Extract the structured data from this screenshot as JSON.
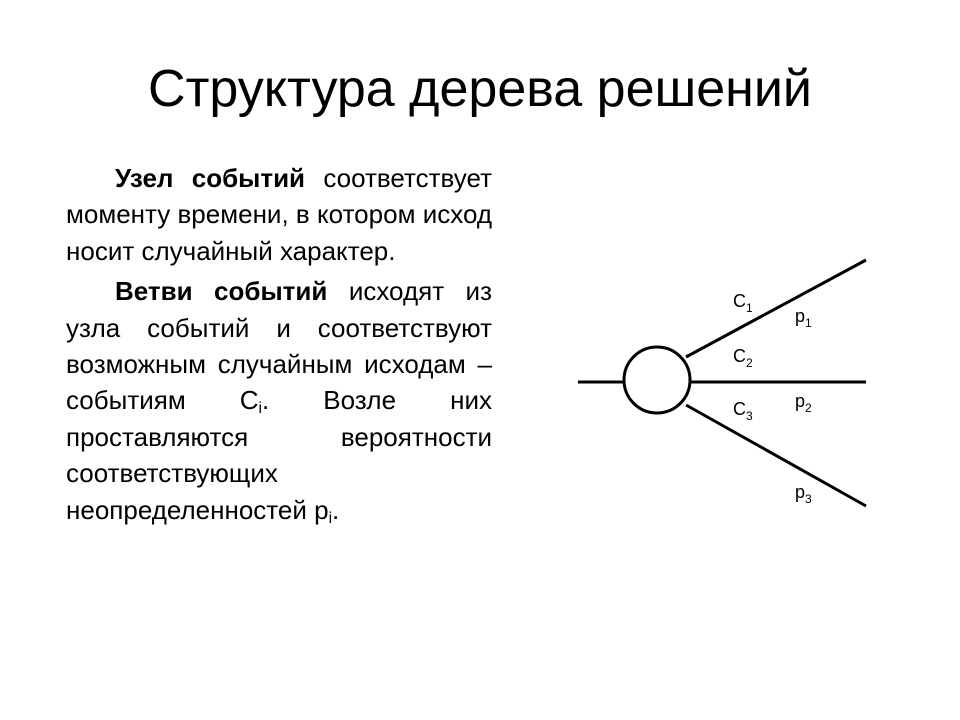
{
  "slide": {
    "title": "Структура дерева решений"
  },
  "paragraph1": {
    "bold_term": "Узел событий",
    "text": " соответствует моменту времени, в котором исход носит случайный характер."
  },
  "paragraph2": {
    "bold_term": "Ветви событий",
    "text_before_c": " исходят из узла событий и соответствуют возможным случайным исходам – событиям С",
    "c_subscript": "i",
    "text_after_c": ". Возле них проставляются вероятности соответствующих неопределенностей p",
    "p_subscript": "i",
    "text_end": "."
  },
  "diagram": {
    "branches": [
      {
        "event": "C",
        "event_sub": "1",
        "prob": "p",
        "prob_sub": "1"
      },
      {
        "event": "C",
        "event_sub": "2",
        "prob": "p",
        "prob_sub": "2"
      },
      {
        "event": "C",
        "event_sub": "3",
        "prob": "p",
        "prob_sub": "3"
      }
    ]
  }
}
